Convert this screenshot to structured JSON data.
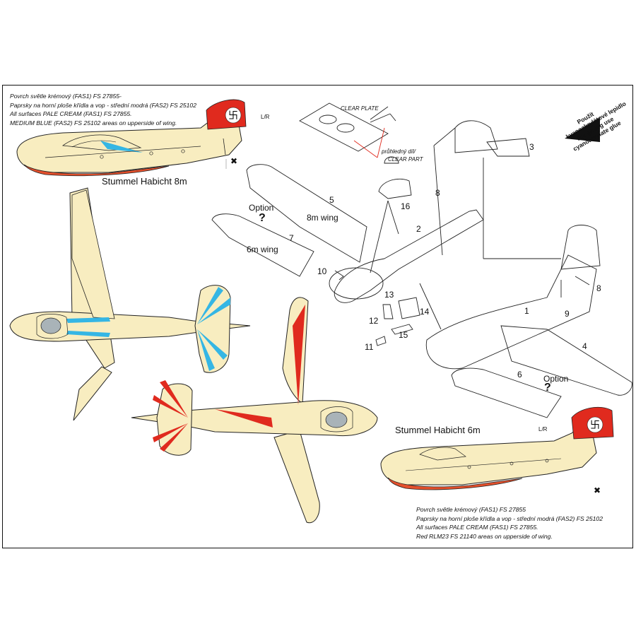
{
  "notes_top": {
    "line1": "Povrch světle krémový (FAS1) FS 27855-",
    "line2": "Paprsky na horní ploše křídla a vop - střední modrá (FAS2) FS 25102",
    "line3": "All surfaces PALE CREAM (FAS1) FS 27855.",
    "line4": "MEDIUM BLUE (FAS2) FS 25102 areas on upperside of wing."
  },
  "notes_bottom": {
    "line1": "Povrch světle krémový (FAS1) FS 27855",
    "line2": "Paprsky na horní ploše křídla a vop - střední modrá (FAS2) FS 25102",
    "line3": "All surfaces PALE CREAM (FAS1) FS 27855.",
    "line4": "Red RLM23 FS 21140 areas on upperside of wing."
  },
  "titles": {
    "variant_8m": "Stummel Habicht 8m",
    "variant_6m": "Stummel Habicht 6m"
  },
  "markers": {
    "left_right": "L/",
    "right": "R",
    "cross": "✖"
  },
  "parts": {
    "clear_plate": "CLEAR PLATE",
    "clear_part_cz": "průhledný díl/",
    "clear_part_en": "CLEAR PART",
    "wing_8m": "8m wing",
    "wing_6m": "6m wing",
    "option": "Option",
    "question": "?",
    "n1": "1",
    "n2": "2",
    "n3": "3",
    "n4": "4",
    "n5": "5",
    "n6": "6",
    "n7": "7",
    "n8": "8",
    "n9": "9",
    "n10": "10",
    "n11": "11",
    "n12": "12",
    "n13": "13",
    "n14": "14",
    "n15": "15",
    "n16": "16"
  },
  "glue": {
    "cz1": "Použít",
    "cz2": "kyanoakrylátové lepidlo",
    "en1": "For gluing use",
    "en2": "cyanoacrylate glue"
  },
  "colors": {
    "pale_cream": "#f8edc0",
    "medium_blue": "#35b6e4",
    "red": "#e02a1e",
    "underside_red": "#e4502c",
    "canopy_grey": "#a9b3b8"
  }
}
